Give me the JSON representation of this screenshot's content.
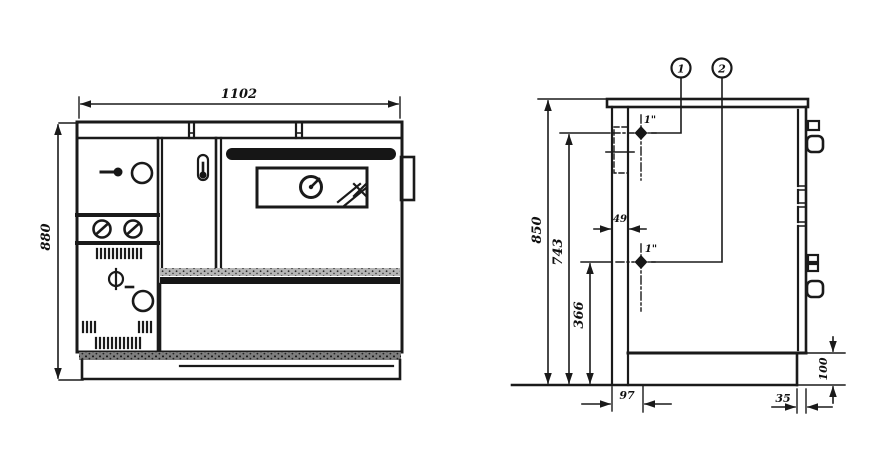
{
  "front_view": {
    "width": "1102",
    "height": "880"
  },
  "side_view": {
    "overall_height": "850",
    "upper_connection_height": "743",
    "lower_connection_height": "366",
    "rear_channel_depth": "49",
    "connection_back_offset": "97",
    "front_recess": "35",
    "plinth_height": "100",
    "callout_1": "1",
    "callout_2": "2",
    "connection_1_size": "1\"",
    "connection_2_size": "1\""
  },
  "colors": {
    "ink": "#1a1a1a",
    "paper": "#ffffff"
  }
}
